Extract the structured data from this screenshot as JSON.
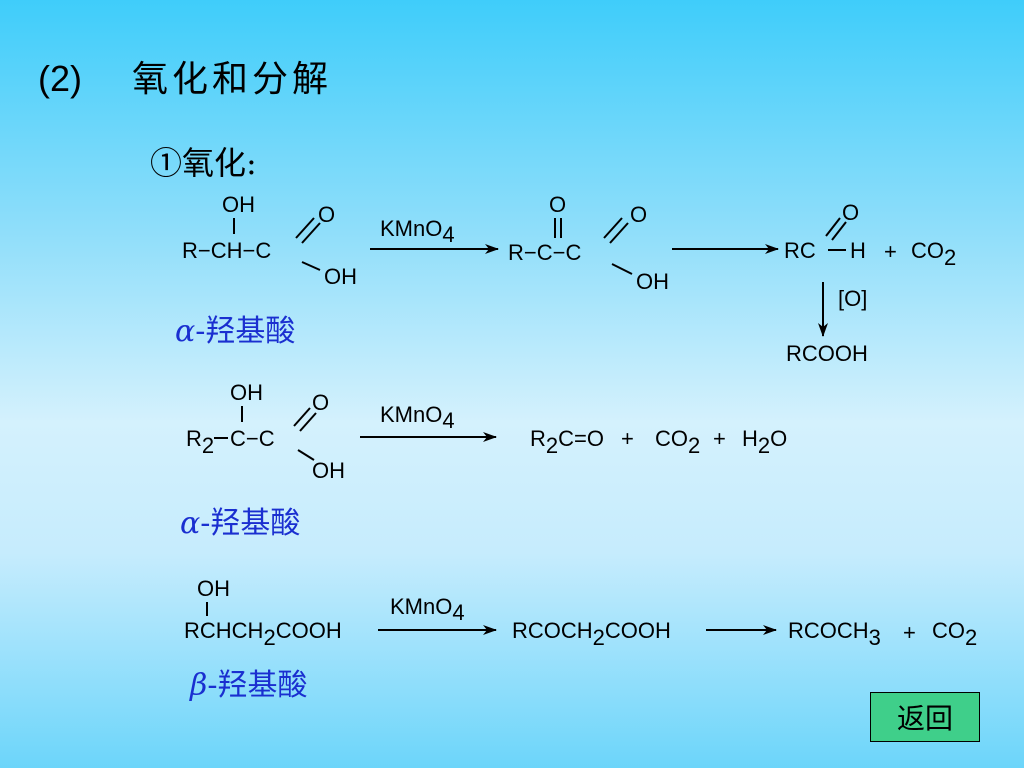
{
  "heading": {
    "number": "(2)",
    "title": "氧化和分解"
  },
  "subheading": "①氧化:",
  "reactions": [
    {
      "reactant": {
        "oh_top": "OH",
        "chain": "R−CH−C",
        "carbonyl_o": "O",
        "oh": "OH"
      },
      "reagent": "KMnO",
      "reagent_sub": "4",
      "intermediate": {
        "oxo": "O",
        "chain": "R−C−C",
        "carbonyl_o": "O",
        "oh": "OH"
      },
      "product": {
        "aldehyde": "RC",
        "aldehyde_o": "O",
        "h": "H",
        "plus": "+",
        "co2": "CO",
        "co2_sub": "2"
      },
      "oxidant": "[O]",
      "final": "RCOOH",
      "label_greek": "α",
      "label_text": "-羟基酸"
    },
    {
      "reactant": {
        "oh_top": "OH",
        "r": "R",
        "r_sub": "2",
        "chain": "C−C",
        "carbonyl_o": "O",
        "oh": "OH"
      },
      "reagent": "KMnO",
      "reagent_sub": "4",
      "product": {
        "ketone_r": "R",
        "ketone_sub": "2",
        "ketone_rest": "C=O",
        "plus1": "+",
        "co2": "CO",
        "co2_sub": "2",
        "plus2": "+",
        "h2o_h": "H",
        "h2o_sub": "2",
        "h2o_o": "O"
      },
      "label_greek": "α",
      "label_text": "-羟基酸"
    },
    {
      "reactant": {
        "oh_top": "OH",
        "formula_a": "RCHCH",
        "formula_sub": "2",
        "formula_b": "COOH"
      },
      "reagent": "KMnO",
      "reagent_sub": "4",
      "intermediate": {
        "formula_a": "RCOCH",
        "formula_sub": "2",
        "formula_b": "COOH"
      },
      "product": {
        "formula_a": "RCOCH",
        "formula_sub": "3",
        "plus": "+",
        "co2": "CO",
        "co2_sub": "2"
      },
      "label_greek": "β",
      "label_text": "-羟基酸"
    }
  ],
  "back_button": "返回",
  "colors": {
    "label": "#1a2fd0",
    "button": "#3fcf8a"
  }
}
